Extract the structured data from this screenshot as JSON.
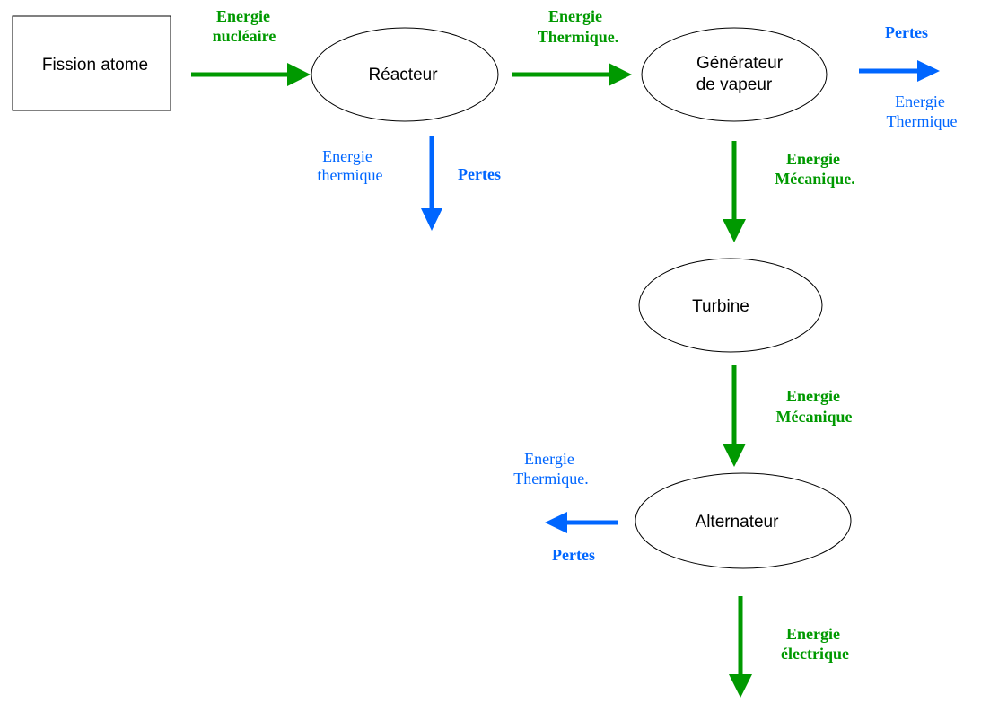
{
  "colors": {
    "flow": "#009900",
    "loss": "#0066ff",
    "outline": "#000000"
  },
  "nodes": {
    "fission": "Fission atome",
    "reacteur": "Réacteur",
    "generateur_line1": "Générateur",
    "generateur_line2": "de vapeur",
    "turbine": "Turbine",
    "alternateur": "Alternateur"
  },
  "flows": {
    "nucleaire": {
      "line1": "Energie",
      "line2": "nucléaire"
    },
    "thermique": {
      "line1": "Energie",
      "line2": "Thermique."
    },
    "mecanique1": {
      "line1": "Energie",
      "line2": "Mécanique."
    },
    "mecanique2": {
      "line1": "Energie",
      "line2": "Mécanique"
    },
    "electrique": {
      "line1": "Energie",
      "line2": "électrique"
    }
  },
  "losses": {
    "reacteur": {
      "pertes": "Pertes",
      "line1": "Energie",
      "line2": "thermique"
    },
    "generateur": {
      "pertes": "Pertes",
      "line1": "Energie",
      "line2": "Thermique"
    },
    "alternateur": {
      "pertes": "Pertes",
      "line1": "Energie",
      "line2": "Thermique."
    }
  }
}
